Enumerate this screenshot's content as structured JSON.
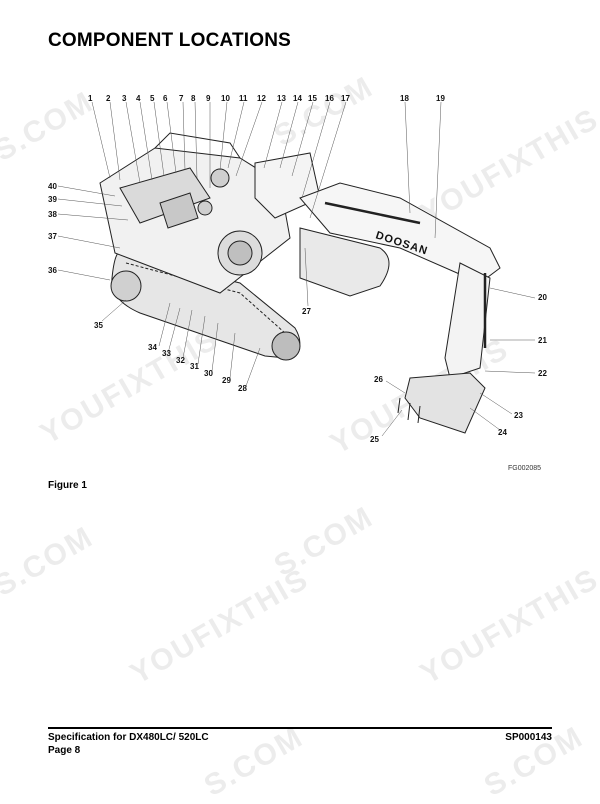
{
  "page": {
    "title": "COMPONENT LOCATIONS",
    "figure_code": "FG002085",
    "figure_caption": "Figure 1",
    "footer": {
      "left_line1": "Specification for DX480LC/ 520LC",
      "left_line2": "Page 8",
      "right": "SP000143"
    }
  },
  "figure": {
    "brand_text": "DOOSAN",
    "callouts": [
      "1",
      "2",
      "3",
      "4",
      "5",
      "6",
      "7",
      "8",
      "9",
      "10",
      "11",
      "12",
      "13",
      "14",
      "15",
      "16",
      "17",
      "18",
      "19",
      "20",
      "21",
      "22",
      "23",
      "24",
      "25",
      "26",
      "27",
      "28",
      "29",
      "30",
      "31",
      "32",
      "33",
      "34",
      "35",
      "36",
      "37",
      "38",
      "39",
      "40"
    ]
  },
  "watermark": {
    "site": "YOUFIXTHIS",
    "domain_suffix": "S.COM"
  }
}
